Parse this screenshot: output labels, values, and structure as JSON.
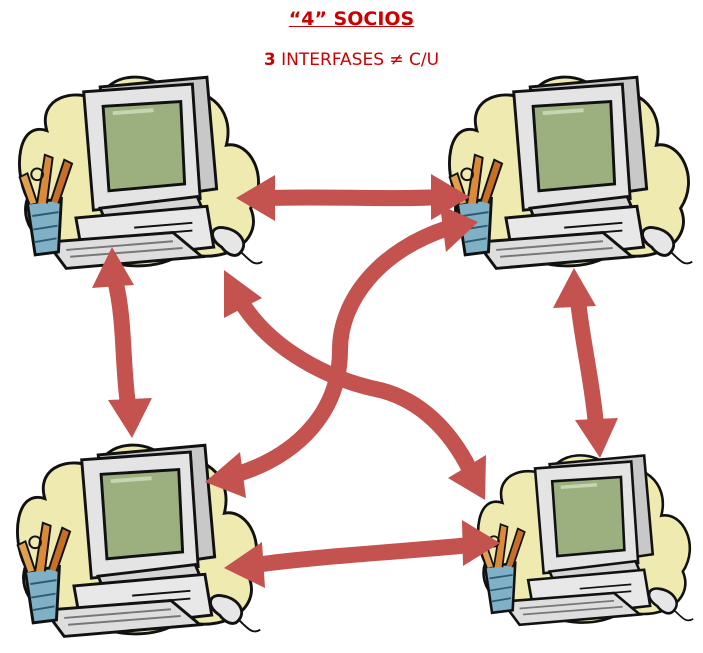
{
  "header": {
    "title": "“4” SOCIOS",
    "subtitle_count": "3",
    "subtitle_text": " INTERFASES ≠ C/U"
  },
  "computers": [
    {
      "name": "computer-top-left"
    },
    {
      "name": "computer-top-right"
    },
    {
      "name": "computer-bottom-left"
    },
    {
      "name": "computer-bottom-right"
    }
  ],
  "colors": {
    "title": "#cc0000",
    "arrow": "#c4524e",
    "blob": "#eeeab0",
    "screen": "#9bb07e",
    "monitor": "#e4e4e4",
    "outline": "#111111"
  }
}
